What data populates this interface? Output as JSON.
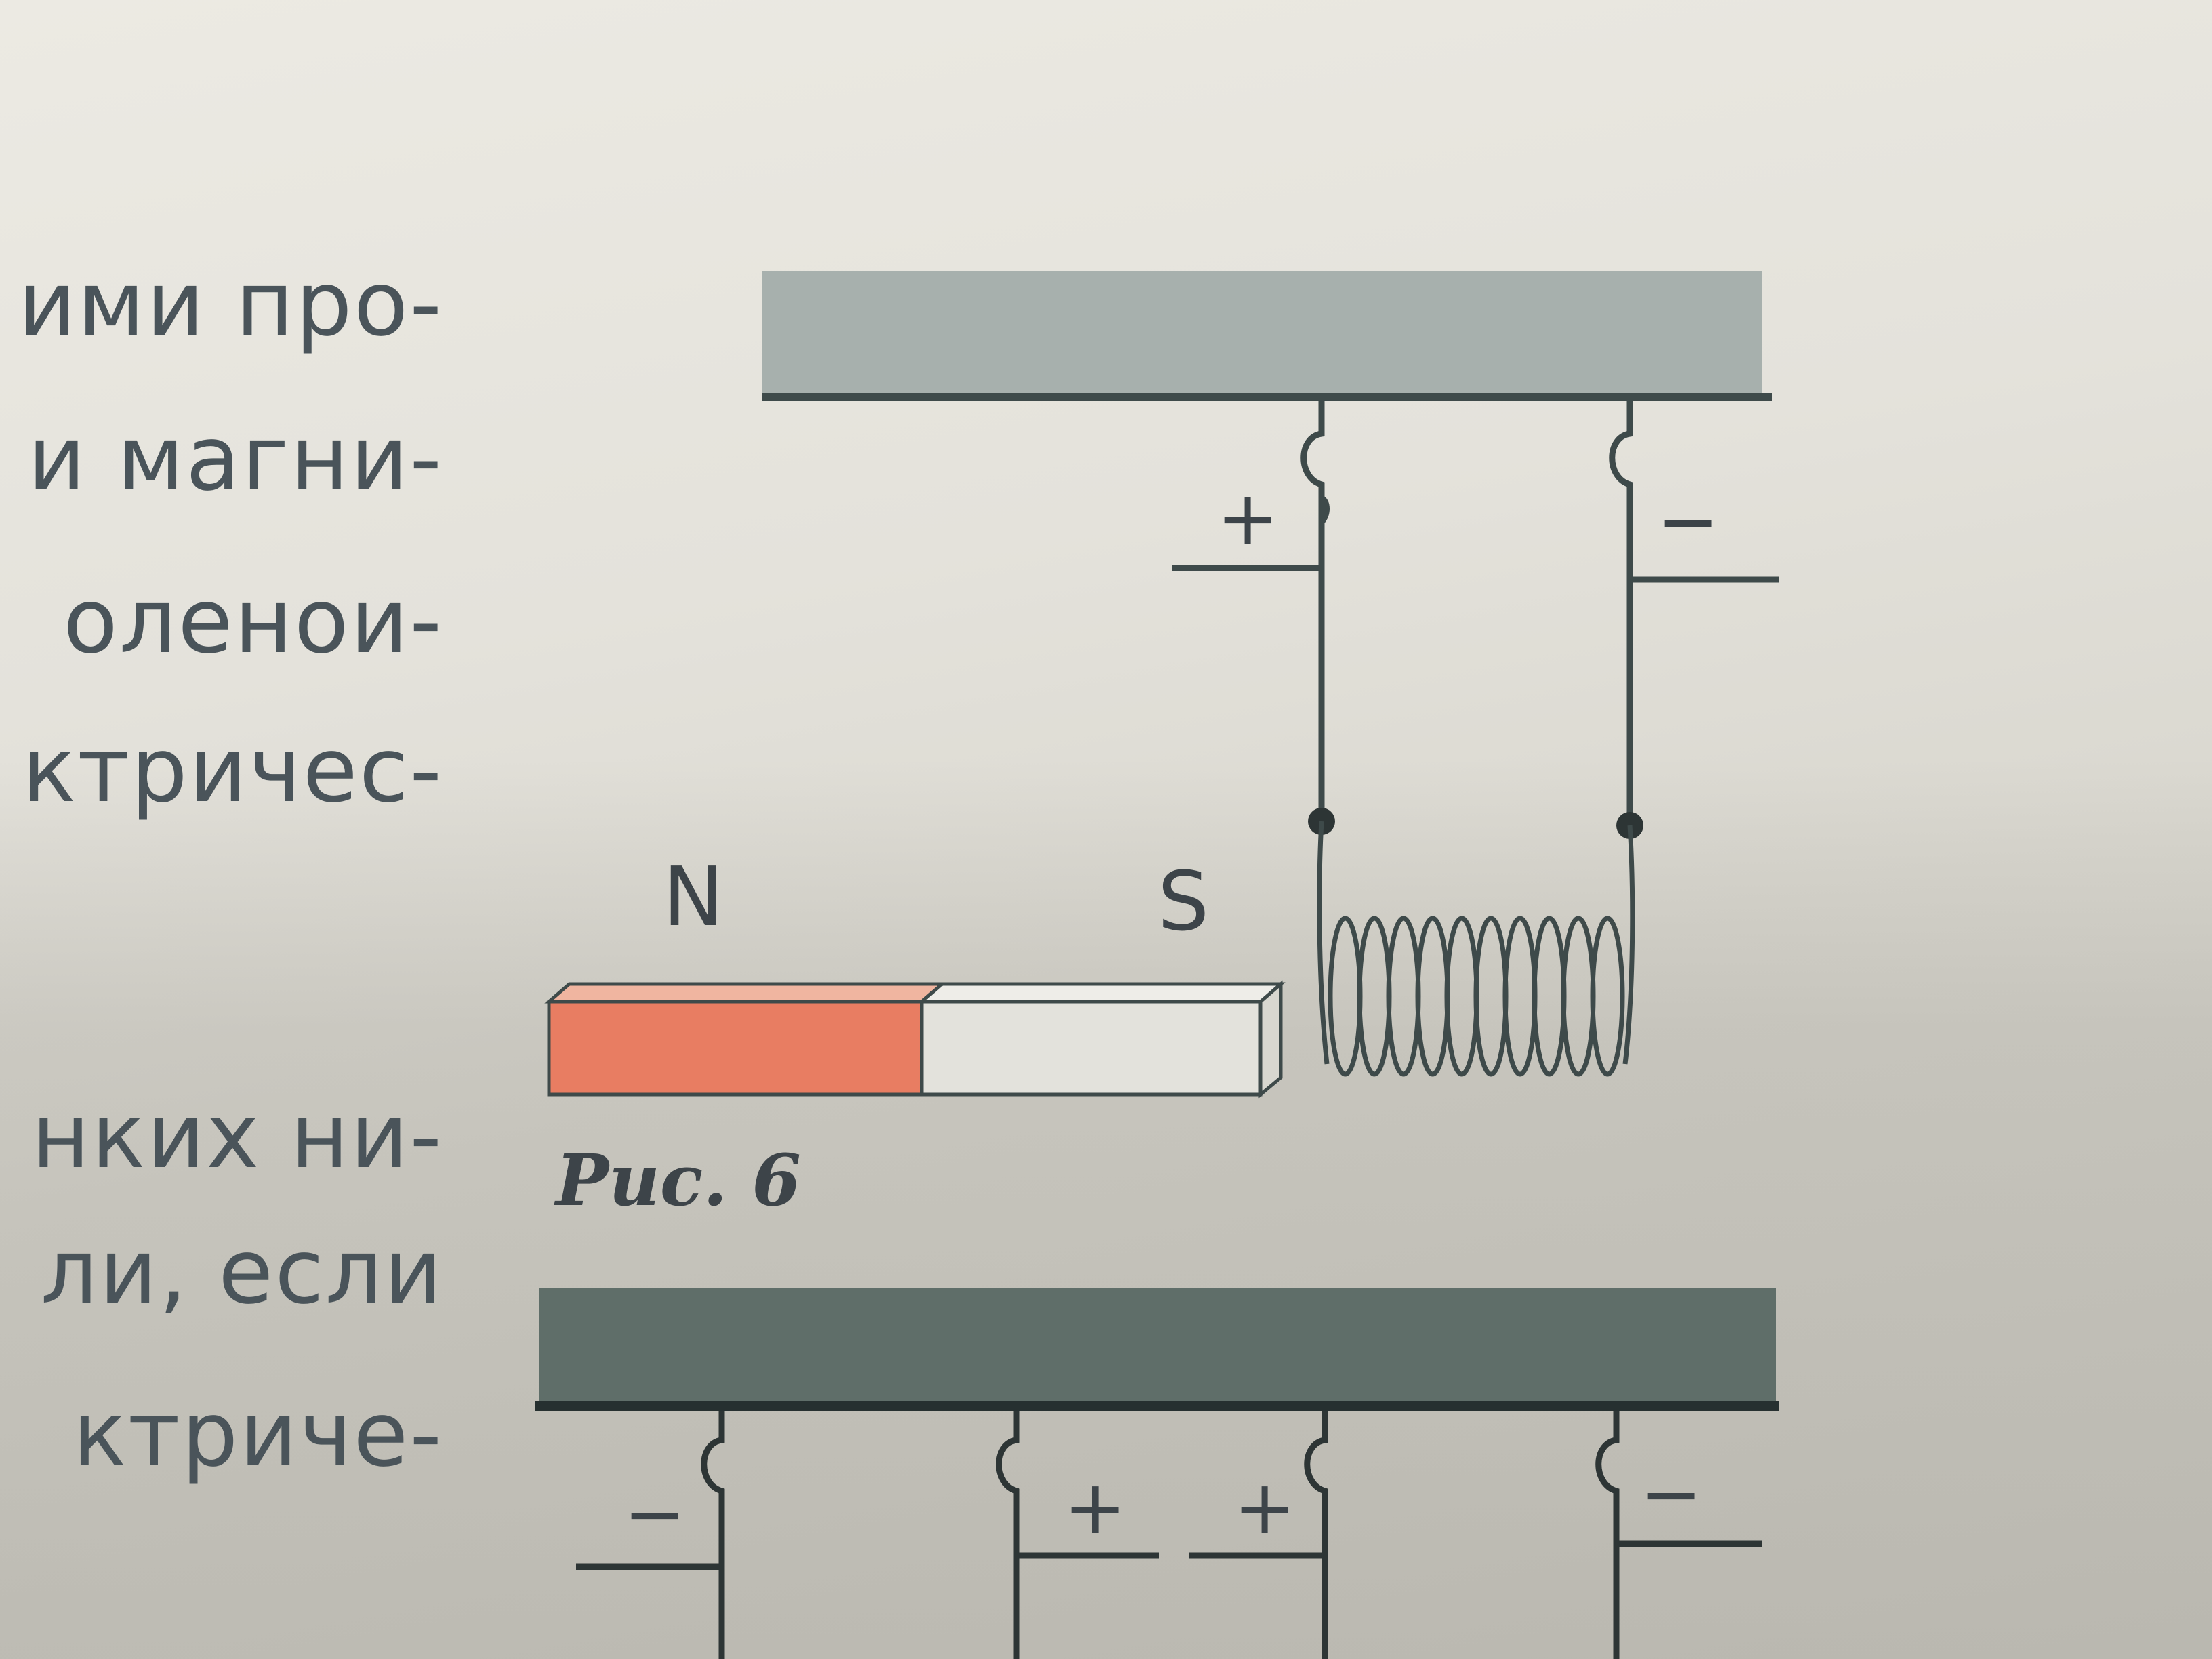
{
  "book_text": {
    "lines": [
      "ими про-",
      "и магни-",
      "оленои-",
      "ктричес-",
      "нких ни-",
      "ли, если",
      "ктриче-"
    ]
  },
  "figure6": {
    "caption": "Рис. 6",
    "pole_n": "N",
    "pole_s": "S",
    "terminal_left": "+",
    "terminal_right": "−"
  },
  "figure7": {
    "terminal_1": "−",
    "terminal_2": "+",
    "terminal_3": "+",
    "terminal_4": "−"
  },
  "colors": {
    "beam": "#a7b0ad",
    "beam_dark": "#5f6e69",
    "wire": "#3e4a4a",
    "magnet_north": "#e87d62",
    "magnet_south": "#e3e2dc"
  }
}
